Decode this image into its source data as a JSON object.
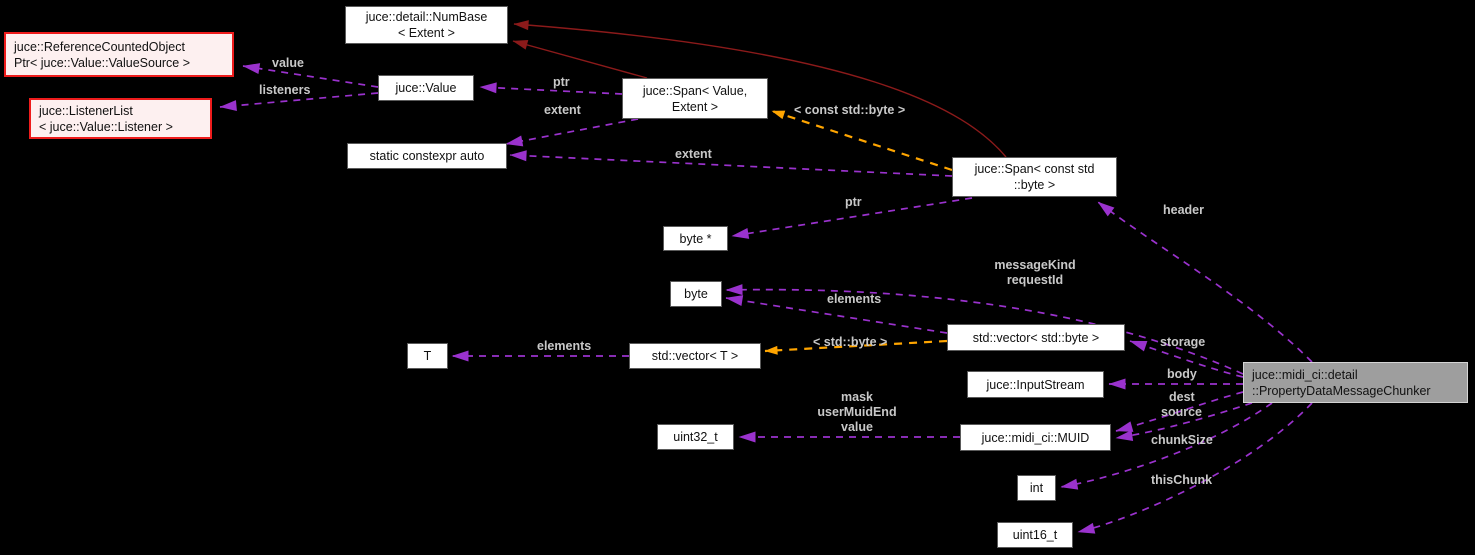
{
  "colors": {
    "background": "#000000",
    "node_fill": "#ffffff",
    "node_border": "#5a5a5a",
    "node_text": "#111111",
    "flagged_fill": "#fdf0f0",
    "flagged_border": "#ee1c1c",
    "main_fill": "#9e9e9e",
    "main_border": "#d4d4d4",
    "edge_purple": "#9a32cd",
    "edge_orange": "#ffa500",
    "edge_red": "#8b1a1a",
    "edge_label_text": "#c8c8c8"
  },
  "nodes": {
    "refcounted_ptr": {
      "label": "juce::ReferenceCountedObject\nPtr< juce::Value::ValueSource >"
    },
    "listener_list": {
      "label": "juce::ListenerList\n< juce::Value::Listener >"
    },
    "num_base": {
      "label": "juce::detail::NumBase\n< Extent >"
    },
    "value": {
      "label": "juce::Value"
    },
    "static_constexpr_auto": {
      "label": "static constexpr auto"
    },
    "span_value": {
      "label": "juce::Span< Value,\nExtent >"
    },
    "span_const_byte": {
      "label": "juce::Span< const std\n::byte >"
    },
    "byte_ptr": {
      "label": "byte *"
    },
    "byte": {
      "label": "byte"
    },
    "t": {
      "label": "T"
    },
    "vector_t": {
      "label": "std::vector< T >"
    },
    "vector_byte": {
      "label": "std::vector< std::byte >"
    },
    "input_stream": {
      "label": "juce::InputStream"
    },
    "uint32_t": {
      "label": "uint32_t"
    },
    "muid": {
      "label": "juce::midi_ci::MUID"
    },
    "int": {
      "label": "int"
    },
    "uint16_t": {
      "label": "uint16_t"
    },
    "chunker": {
      "label": "juce::midi_ci::detail\n::PropertyDataMessageChunker"
    }
  },
  "edge_labels": {
    "value": "value",
    "listeners": "listeners",
    "ptr_value": "ptr",
    "extent_span_value": "extent",
    "extent_span_const": "extent",
    "tpl_const_std_byte": "< const std::byte >",
    "ptr_byte_ptr": "ptr",
    "header": "header",
    "message_kind_request_id": "messageKind\nrequestId",
    "elements_byte": "elements",
    "tpl_std_byte": "< std::byte >",
    "elements_t": "elements",
    "storage": "storage",
    "body": "body",
    "dest": "dest",
    "source": "source",
    "muid_members": "mask\nuserMuidEnd\nvalue",
    "chunk_size": "chunkSize",
    "this_chunk": "thisChunk"
  }
}
